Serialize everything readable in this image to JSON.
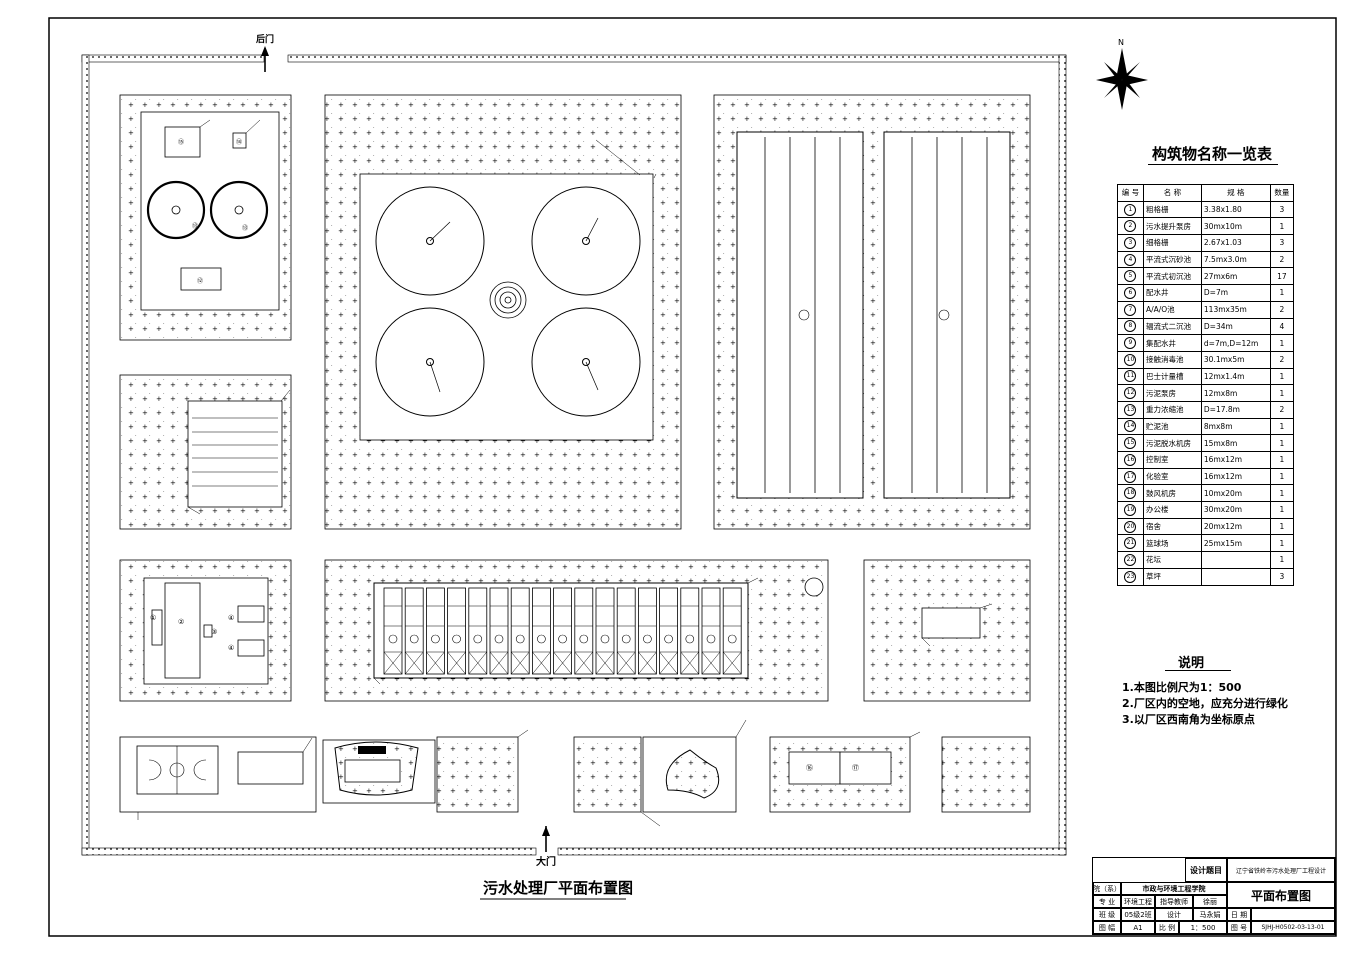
{
  "drawing": {
    "title": "污水处理厂平面布置图",
    "back_gate": "后门",
    "main_gate": "大门",
    "north": "N"
  },
  "legend": {
    "title": "构筑物名称一览表",
    "headers": [
      "编 号",
      "名 称",
      "规 格",
      "数量"
    ],
    "rows": [
      {
        "no": "1",
        "name": "粗格栅",
        "spec": "3.38x1.80",
        "qty": "3"
      },
      {
        "no": "2",
        "name": "污水提升泵房",
        "spec": "30mx10m",
        "qty": "1"
      },
      {
        "no": "3",
        "name": "细格栅",
        "spec": "2.67x1.03",
        "qty": "3"
      },
      {
        "no": "4",
        "name": "平流式沉砂池",
        "spec": "7.5mx3.0m",
        "qty": "2"
      },
      {
        "no": "5",
        "name": "平流式初沉池",
        "spec": "27mx6m",
        "qty": "17"
      },
      {
        "no": "6",
        "name": "配水井",
        "spec": "D=7m",
        "qty": "1"
      },
      {
        "no": "7",
        "name": "A/A/O池",
        "spec": "113mx35m",
        "qty": "2"
      },
      {
        "no": "8",
        "name": "辐流式二沉池",
        "spec": "D=34m",
        "qty": "4"
      },
      {
        "no": "9",
        "name": "集配水井",
        "spec": "d=7m,D=12m",
        "qty": "1"
      },
      {
        "no": "10",
        "name": "接触消毒池",
        "spec": "30.1mx5m",
        "qty": "2"
      },
      {
        "no": "11",
        "name": "巴士计量槽",
        "spec": "12mx1.4m",
        "qty": "1"
      },
      {
        "no": "12",
        "name": "污泥泵房",
        "spec": "12mx8m",
        "qty": "1"
      },
      {
        "no": "13",
        "name": "重力浓缩池",
        "spec": "D=17.8m",
        "qty": "2"
      },
      {
        "no": "14",
        "name": "贮泥池",
        "spec": "8mx8m",
        "qty": "1"
      },
      {
        "no": "15",
        "name": "污泥脱水机房",
        "spec": "15mx8m",
        "qty": "1"
      },
      {
        "no": "16",
        "name": "控制室",
        "spec": "16mx12m",
        "qty": "1"
      },
      {
        "no": "17",
        "name": "化验室",
        "spec": "16mx12m",
        "qty": "1"
      },
      {
        "no": "18",
        "name": "鼓风机房",
        "spec": "10mx20m",
        "qty": "1"
      },
      {
        "no": "19",
        "name": "办公楼",
        "spec": "30mx20m",
        "qty": "1"
      },
      {
        "no": "20",
        "name": "宿舍",
        "spec": "20mx12m",
        "qty": "1"
      },
      {
        "no": "21",
        "name": "篮球场",
        "spec": "25mx15m",
        "qty": "1"
      },
      {
        "no": "22",
        "name": "花坛",
        "spec": "",
        "qty": "1"
      },
      {
        "no": "23",
        "name": "草坪",
        "spec": "",
        "qty": "3"
      }
    ]
  },
  "notes": {
    "title": "说明",
    "items": [
      "1.本图比例尺为1：500",
      "2.厂区内的空地，应充分进行绿化",
      "3.以厂区西南角为坐标原点"
    ]
  },
  "title_block": {
    "design_topic_label": "设计题目",
    "design_topic": "辽宁省铁岭市污水处理厂工程设计",
    "dept_label": "院（系）",
    "dept": "市政与环境工程学院",
    "major_label": "专 业",
    "major": "环境工程",
    "advisor_label": "指导教师",
    "advisor": "徐丽",
    "drawing_name": "平面布置图",
    "class_label": "班 级",
    "class": "05级2班",
    "designer_label": "设计",
    "designer": "马永娟",
    "date_label": "日 期",
    "size_label": "图 幅",
    "size": "A1",
    "scale_label": "比 例",
    "scale": "1：500",
    "drawing_no_label": "图 号",
    "drawing_no": "SJHJ-H0502-03-13-01"
  }
}
